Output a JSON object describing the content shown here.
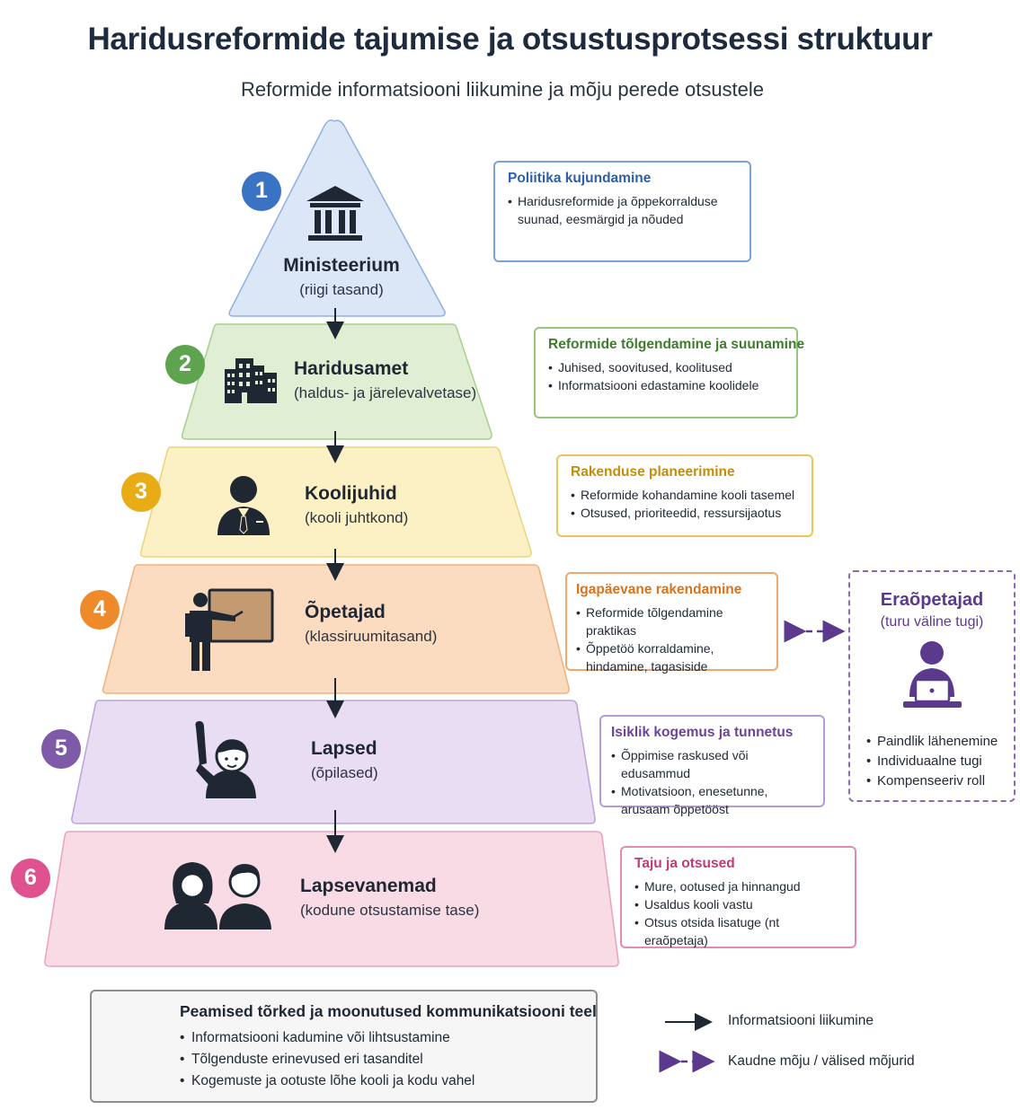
{
  "title": "Haridusreformide tajumise ja otsustusprotsessi struktuur",
  "subtitle": "Reformide informatsiooni liikumine ja mõju perede otsustele",
  "levels": [
    {
      "number": "1",
      "name": "Ministeerium",
      "sub": "(riigi tasand)",
      "icon": "ministry-building-icon",
      "color": "#3b73c4",
      "fill": "#dbe7f7"
    },
    {
      "number": "2",
      "name": "Haridusamet",
      "sub": "(haldus- ja järelevalvetase)",
      "icon": "office-building-icon",
      "color": "#5ea44f",
      "fill": "#e0efd3"
    },
    {
      "number": "3",
      "name": "Koolijuhid",
      "sub": "(kooli juhtkond)",
      "icon": "principal-person-icon",
      "color": "#e8ac14",
      "fill": "#fbf1c4"
    },
    {
      "number": "4",
      "name": "Õpetajad",
      "sub": "(klassiruumitasand)",
      "icon": "teacher-board-icon",
      "color": "#ee8a2a",
      "fill": "#fbdcc1"
    },
    {
      "number": "5",
      "name": "Lapsed",
      "sub": "(õpilased)",
      "icon": "raising-hand-child-icon",
      "color": "#7f5aa8",
      "fill": "#e8ddf2"
    },
    {
      "number": "6",
      "name": "Lapsevanemad",
      "sub": "(kodune otsustamise tase)",
      "icon": "parents-icon",
      "color": "#e0528f",
      "fill": "#f9dbe6"
    }
  ],
  "boxes": [
    {
      "title": "Poliitika kujundamine",
      "items": [
        "Haridusreformide ja õppekorralduse suunad, eesmärgid ja nõuded"
      ]
    },
    {
      "title": "Reformide tõlgendamine ja suunamine",
      "items": [
        "Juhised, soovitused, koolitused",
        "Informatsiooni edastamine koolidele"
      ]
    },
    {
      "title": "Rakenduse planeerimine",
      "items": [
        "Reformide kohandamine kooli tasemel",
        "Otsused, prioriteedid, ressursijaotus"
      ]
    },
    {
      "title": "Igapäevane rakendamine",
      "items": [
        "Reformide tõlgendamine praktikas",
        "Õppetöö korraldamine, hindamine, tagasiside"
      ]
    },
    {
      "title": "Isiklik kogemus ja tunnetus",
      "items": [
        "Õppimise raskused või edusammud",
        "Motivatsioon, enesetunne, arusaam õppetööst"
      ]
    },
    {
      "title": "Taju ja otsused",
      "items": [
        "Mure, ootused ja hinnangud",
        "Usaldus kooli vastu",
        "Otsus otsida lisatuge (nt eraõpetaja)"
      ]
    }
  ],
  "private_tutors": {
    "title": "Eraõpetajad",
    "subtitle": "(turu väline tugi)",
    "icon": "laptop-person-icon",
    "items": [
      "Paindlik lähenemine",
      "Individuaalne tugi",
      "Kompenseeriv roll"
    ]
  },
  "warning": {
    "icon": "exclamation-icon",
    "title": "Peamised tõrked ja moonutused kommunikatsiooni teel",
    "items": [
      "Informatsiooni kadumine või lihtsustamine",
      "Tõlgenduste erinevused eri tasanditel",
      "Kogemuste ja ootuste lõhe kooli ja kodu vahel"
    ]
  },
  "legend": [
    {
      "label": "Informatsiooni liikumine",
      "style": "solid-arrow"
    },
    {
      "label": "Kaudne mõju / välised mõjurid",
      "style": "dashed-double-arrow"
    }
  ],
  "colors": {
    "dark_arrow": "#1f2733",
    "purple": "#5b3a8e",
    "icon": "#1f2733"
  }
}
